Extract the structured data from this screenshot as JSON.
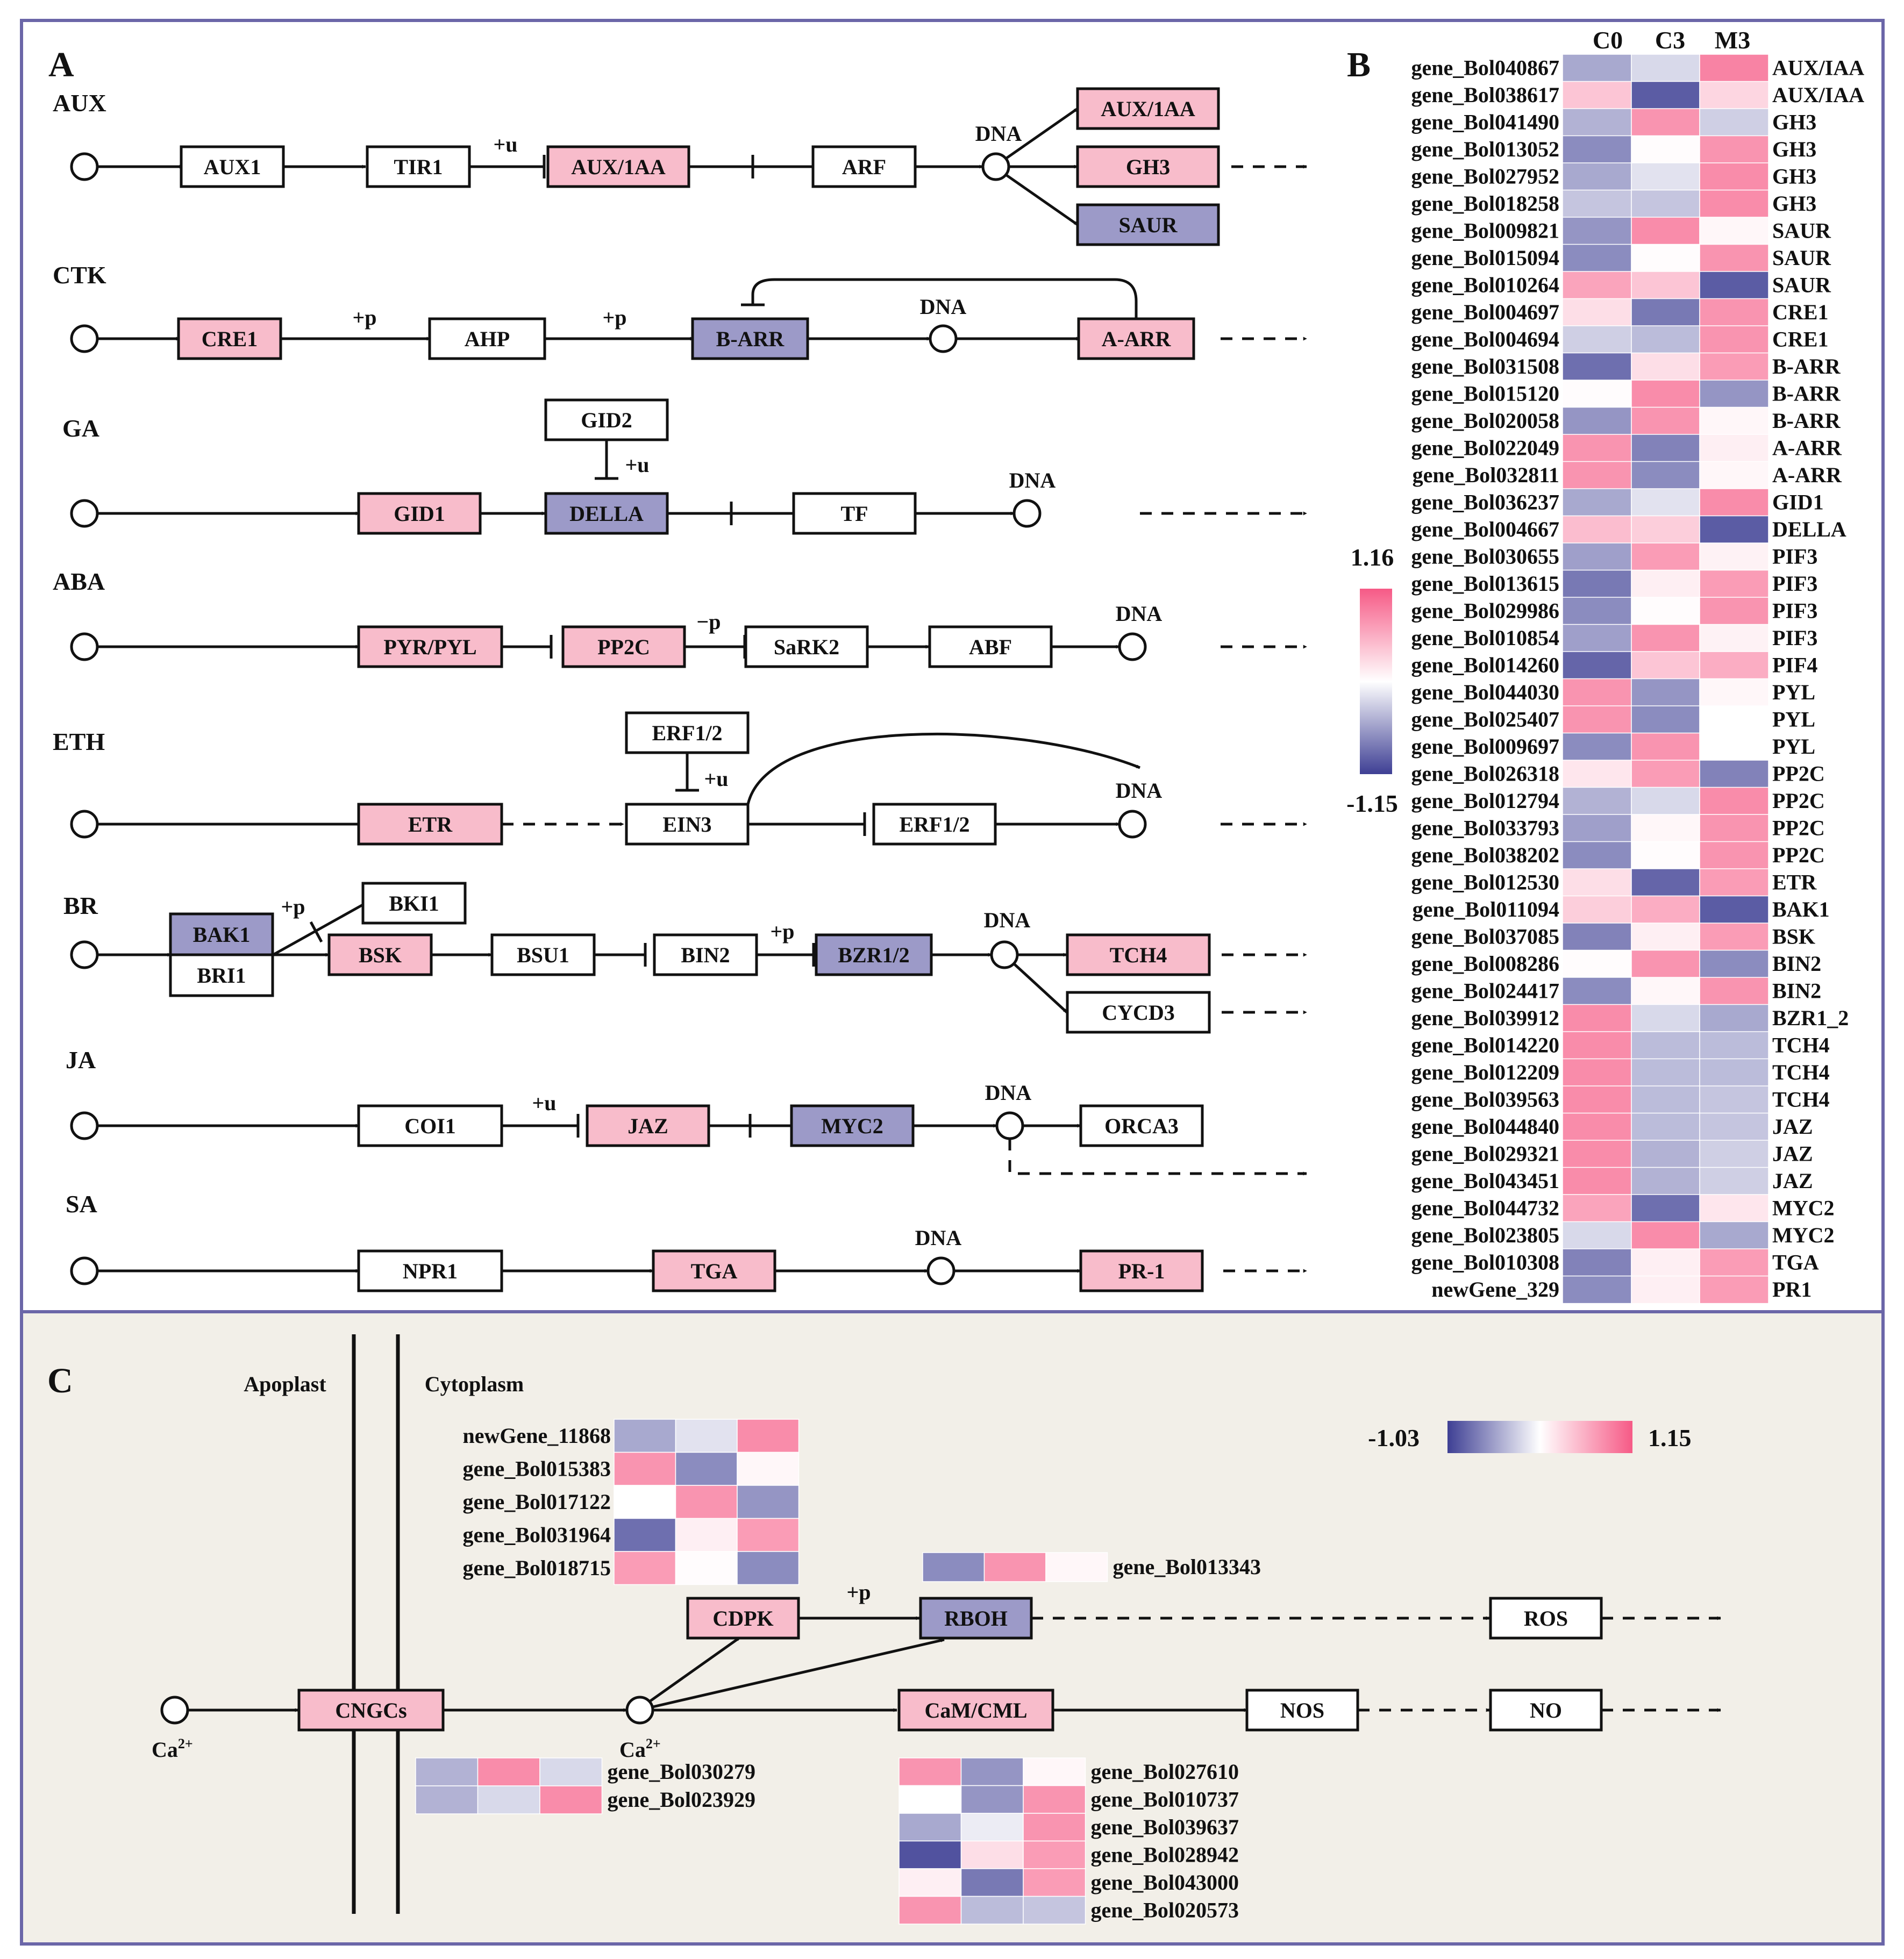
{
  "colors": {
    "pink": "#f8bccb",
    "purple": "#9c9ac8",
    "white": "#ffffff",
    "frame": "#6b66a8",
    "panelC": "#f2efe8",
    "low": "#3e3f94",
    "high": "#f65a86"
  },
  "panelA": {
    "label": "A",
    "rows": [
      {
        "id": "aux",
        "title": "AUX"
      },
      {
        "id": "ctk",
        "title": "CTK"
      },
      {
        "id": "ga",
        "title": "GA"
      },
      {
        "id": "aba",
        "title": "ABA"
      },
      {
        "id": "eth",
        "title": "ETH"
      },
      {
        "id": "br",
        "title": "BR"
      },
      {
        "id": "ja",
        "title": "JA"
      },
      {
        "id": "sa",
        "title": "SA"
      }
    ],
    "nodes": {
      "aux1": {
        "label": "AUX1",
        "fill": "white"
      },
      "tir1": {
        "label": "TIR1",
        "fill": "white"
      },
      "auxiaa": {
        "label": "AUX/1AA",
        "fill": "pink"
      },
      "arf": {
        "label": "ARF",
        "fill": "white"
      },
      "auxiaa2": {
        "label": "AUX/1AA",
        "fill": "pink"
      },
      "gh3": {
        "label": "GH3",
        "fill": "pink"
      },
      "saur": {
        "label": "SAUR",
        "fill": "purple"
      },
      "cre1": {
        "label": "CRE1",
        "fill": "pink"
      },
      "ahp": {
        "label": "AHP",
        "fill": "white"
      },
      "barr": {
        "label": "B-ARR",
        "fill": "purple"
      },
      "aarr": {
        "label": "A-ARR",
        "fill": "pink"
      },
      "gid2": {
        "label": "GID2",
        "fill": "white"
      },
      "gid1": {
        "label": "GID1",
        "fill": "pink"
      },
      "della": {
        "label": "DELLA",
        "fill": "purple"
      },
      "tf": {
        "label": "TF",
        "fill": "white"
      },
      "pyr": {
        "label": "PYR/PYL",
        "fill": "pink"
      },
      "pp2c": {
        "label": "PP2C",
        "fill": "pink"
      },
      "sark2": {
        "label": "SaRK2",
        "fill": "white"
      },
      "abf": {
        "label": "ABF",
        "fill": "white"
      },
      "erf12a": {
        "label": "ERF1/2",
        "fill": "white"
      },
      "etr": {
        "label": "ETR",
        "fill": "pink"
      },
      "ein3": {
        "label": "EIN3",
        "fill": "white"
      },
      "erf12b": {
        "label": "ERF1/2",
        "fill": "white"
      },
      "bki1": {
        "label": "BKI1",
        "fill": "white"
      },
      "bak1": {
        "label": "BAK1",
        "fill": "purple"
      },
      "bri1": {
        "label": "BRI1",
        "fill": "white"
      },
      "bsk": {
        "label": "BSK",
        "fill": "pink"
      },
      "bsu1": {
        "label": "BSU1",
        "fill": "white"
      },
      "bin2": {
        "label": "BIN2",
        "fill": "white"
      },
      "bzr12": {
        "label": "BZR1/2",
        "fill": "purple"
      },
      "tch4": {
        "label": "TCH4",
        "fill": "pink"
      },
      "cycd3": {
        "label": "CYCD3",
        "fill": "white"
      },
      "coi1": {
        "label": "COI1",
        "fill": "white"
      },
      "jaz": {
        "label": "JAZ",
        "fill": "pink"
      },
      "myc2": {
        "label": "MYC2",
        "fill": "purple"
      },
      "orca3": {
        "label": "ORCA3",
        "fill": "white"
      },
      "npr1": {
        "label": "NPR1",
        "fill": "white"
      },
      "tga": {
        "label": "TGA",
        "fill": "pink"
      },
      "pr1": {
        "label": "PR-1",
        "fill": "pink"
      }
    },
    "annotations": {
      "dna": "DNA",
      "plus_u": "+u",
      "plus_p": "+p",
      "minus_p": "−p"
    }
  },
  "panelB": {
    "label": "B",
    "columns": [
      "C0",
      "C3",
      "M3"
    ],
    "scale": {
      "max": "1.16",
      "min": "-1.15"
    },
    "rows": [
      {
        "gene": "gene_Bol040867",
        "ann": "AUX/IAA",
        "v": [
          -0.45,
          -0.2,
          0.75
        ]
      },
      {
        "gene": "gene_Bol038617",
        "ann": "AUX/IAA",
        "v": [
          0.35,
          -0.85,
          0.25
        ]
      },
      {
        "gene": "gene_Bol041490",
        "ann": "GH3",
        "v": [
          -0.4,
          0.65,
          -0.25
        ]
      },
      {
        "gene": "gene_Bol013052",
        "ann": "GH3",
        "v": [
          -0.6,
          0.02,
          0.65
        ]
      },
      {
        "gene": "gene_Bol027952",
        "ann": "GH3",
        "v": [
          -0.45,
          -0.15,
          0.7
        ]
      },
      {
        "gene": "gene_Bol018258",
        "ann": "GH3",
        "v": [
          -0.3,
          -0.3,
          0.7
        ]
      },
      {
        "gene": "gene_Bol009821",
        "ann": "SAUR",
        "v": [
          -0.55,
          0.7,
          0.05
        ]
      },
      {
        "gene": "gene_Bol015094",
        "ann": "SAUR",
        "v": [
          -0.6,
          0.02,
          0.65
        ]
      },
      {
        "gene": "gene_Bol010264",
        "ann": "SAUR",
        "v": [
          0.55,
          0.35,
          -0.85
        ]
      },
      {
        "gene": "gene_Bol004697",
        "ann": "CRE1",
        "v": [
          0.2,
          -0.7,
          0.65
        ]
      },
      {
        "gene": "gene_Bol004694",
        "ann": "CRE1",
        "v": [
          -0.25,
          -0.35,
          0.65
        ]
      },
      {
        "gene": "gene_Bol031508",
        "ann": "B-ARR",
        "v": [
          -0.75,
          0.2,
          0.6
        ]
      },
      {
        "gene": "gene_Bol015120",
        "ann": "B-ARR",
        "v": [
          0.02,
          0.7,
          -0.55
        ]
      },
      {
        "gene": "gene_Bol020058",
        "ann": "B-ARR",
        "v": [
          -0.55,
          0.65,
          0.05
        ]
      },
      {
        "gene": "gene_Bol022049",
        "ann": "A-ARR",
        "v": [
          0.65,
          -0.65,
          0.1
        ]
      },
      {
        "gene": "gene_Bol032811",
        "ann": "A-ARR",
        "v": [
          0.65,
          -0.6,
          0.05
        ]
      },
      {
        "gene": "gene_Bol036237",
        "ann": "GID1",
        "v": [
          -0.45,
          -0.15,
          0.7
        ]
      },
      {
        "gene": "gene_Bol004667",
        "ann": "DELLA",
        "v": [
          0.4,
          0.3,
          -0.85
        ]
      },
      {
        "gene": "gene_Bol030655",
        "ann": "PIF3",
        "v": [
          -0.5,
          0.6,
          0.08
        ]
      },
      {
        "gene": "gene_Bol013615",
        "ann": "PIF3",
        "v": [
          -0.7,
          0.1,
          0.6
        ]
      },
      {
        "gene": "gene_Bol029986",
        "ann": "PIF3",
        "v": [
          -0.6,
          0.02,
          0.65
        ]
      },
      {
        "gene": "gene_Bol010854",
        "ann": "PIF3",
        "v": [
          -0.5,
          0.65,
          0.08
        ]
      },
      {
        "gene": "gene_Bol014260",
        "ann": "PIF4",
        "v": [
          -0.8,
          0.35,
          0.5
        ]
      },
      {
        "gene": "gene_Bol044030",
        "ann": "PYL",
        "v": [
          0.65,
          -0.55,
          0.05
        ]
      },
      {
        "gene": "gene_Bol025407",
        "ann": "PYL",
        "v": [
          0.65,
          -0.6,
          0.0
        ]
      },
      {
        "gene": "gene_Bol009697",
        "ann": "PYL",
        "v": [
          -0.6,
          0.65,
          0.0
        ]
      },
      {
        "gene": "gene_Bol026318",
        "ann": "PP2C",
        "v": [
          0.15,
          0.6,
          -0.65
        ]
      },
      {
        "gene": "gene_Bol012794",
        "ann": "PP2C",
        "v": [
          -0.4,
          -0.2,
          0.7
        ]
      },
      {
        "gene": "gene_Bol033793",
        "ann": "PP2C",
        "v": [
          -0.5,
          0.05,
          0.65
        ]
      },
      {
        "gene": "gene_Bol038202",
        "ann": "PP2C",
        "v": [
          -0.6,
          0.02,
          0.65
        ]
      },
      {
        "gene": "gene_Bol012530",
        "ann": "ETR",
        "v": [
          0.2,
          -0.8,
          0.6
        ]
      },
      {
        "gene": "gene_Bol011094",
        "ann": "BAK1",
        "v": [
          0.3,
          0.5,
          -0.85
        ]
      },
      {
        "gene": "gene_Bol037085",
        "ann": "BSK",
        "v": [
          -0.65,
          0.1,
          0.6
        ]
      },
      {
        "gene": "gene_Bol008286",
        "ann": "BIN2",
        "v": [
          0.02,
          0.65,
          -0.6
        ]
      },
      {
        "gene": "gene_Bol024417",
        "ann": "BIN2",
        "v": [
          -0.6,
          0.05,
          0.65
        ]
      },
      {
        "gene": "gene_Bol039912",
        "ann": "BZR1_2",
        "v": [
          0.7,
          -0.2,
          -0.45
        ]
      },
      {
        "gene": "gene_Bol014220",
        "ann": "TCH4",
        "v": [
          0.7,
          -0.35,
          -0.35
        ]
      },
      {
        "gene": "gene_Bol012209",
        "ann": "TCH4",
        "v": [
          0.7,
          -0.35,
          -0.35
        ]
      },
      {
        "gene": "gene_Bol039563",
        "ann": "TCH4",
        "v": [
          0.7,
          -0.35,
          -0.3
        ]
      },
      {
        "gene": "gene_Bol044840",
        "ann": "JAZ",
        "v": [
          0.7,
          -0.35,
          -0.3
        ]
      },
      {
        "gene": "gene_Bol029321",
        "ann": "JAZ",
        "v": [
          0.7,
          -0.4,
          -0.25
        ]
      },
      {
        "gene": "gene_Bol043451",
        "ann": "JAZ",
        "v": [
          0.7,
          -0.4,
          -0.25
        ]
      },
      {
        "gene": "gene_Bol044732",
        "ann": "MYC2",
        "v": [
          0.55,
          -0.75,
          0.15
        ]
      },
      {
        "gene": "gene_Bol023805",
        "ann": "MYC2",
        "v": [
          -0.2,
          0.7,
          -0.45
        ]
      },
      {
        "gene": "gene_Bol010308",
        "ann": "TGA",
        "v": [
          -0.65,
          0.1,
          0.6
        ]
      },
      {
        "gene": "newGene_329",
        "ann": "PR1",
        "v": [
          -0.6,
          0.1,
          0.6
        ]
      }
    ]
  },
  "panelC": {
    "label": "C",
    "apoplast": "Apoplast",
    "cytoplasm": "Cytoplasm",
    "scale": {
      "min": "-1.03",
      "max": "1.15"
    },
    "ca": "Ca",
    "ca_sup": "2+",
    "plus_p": "+p",
    "nodes": {
      "cngcs": {
        "label": "CNGCs",
        "fill": "pink"
      },
      "cdpk": {
        "label": "CDPK",
        "fill": "pink"
      },
      "rboh": {
        "label": "RBOH",
        "fill": "purple"
      },
      "ros": {
        "label": "ROS",
        "fill": "white"
      },
      "camcml": {
        "label": "CaM/CML",
        "fill": "pink"
      },
      "nos": {
        "label": "NOS",
        "fill": "white"
      },
      "no": {
        "label": "NO",
        "fill": "white"
      }
    },
    "hm_cdpk": [
      {
        "gene": "newGene_11868",
        "v": [
          -0.45,
          -0.15,
          0.7
        ]
      },
      {
        "gene": "gene_Bol015383",
        "v": [
          0.65,
          -0.6,
          0.05
        ]
      },
      {
        "gene": "gene_Bol017122",
        "v": [
          0.0,
          0.65,
          -0.55
        ]
      },
      {
        "gene": "gene_Bol031964",
        "v": [
          -0.75,
          0.1,
          0.6
        ]
      },
      {
        "gene": "gene_Bol018715",
        "v": [
          0.6,
          0.02,
          -0.6
        ]
      }
    ],
    "hm_rboh": [
      {
        "gene": "gene_Bol013343",
        "v": [
          -0.6,
          0.65,
          0.05
        ]
      }
    ],
    "hm_cngcs": [
      {
        "gene": "gene_Bol030279",
        "v": [
          -0.4,
          0.7,
          -0.2
        ]
      },
      {
        "gene": "gene_Bol023929",
        "v": [
          -0.4,
          -0.2,
          0.7
        ]
      }
    ],
    "hm_cam": [
      {
        "gene": "gene_Bol027610",
        "v": [
          0.65,
          -0.55,
          0.05
        ]
      },
      {
        "gene": "gene_Bol010737",
        "v": [
          0.0,
          -0.55,
          0.65
        ]
      },
      {
        "gene": "gene_Bol039637",
        "v": [
          -0.45,
          -0.1,
          0.65
        ]
      },
      {
        "gene": "gene_Bol028942",
        "v": [
          -0.9,
          0.2,
          0.6
        ]
      },
      {
        "gene": "gene_Bol043000",
        "v": [
          0.1,
          -0.7,
          0.6
        ]
      },
      {
        "gene": "gene_Bol020573",
        "v": [
          0.65,
          -0.35,
          -0.3
        ]
      }
    ]
  }
}
